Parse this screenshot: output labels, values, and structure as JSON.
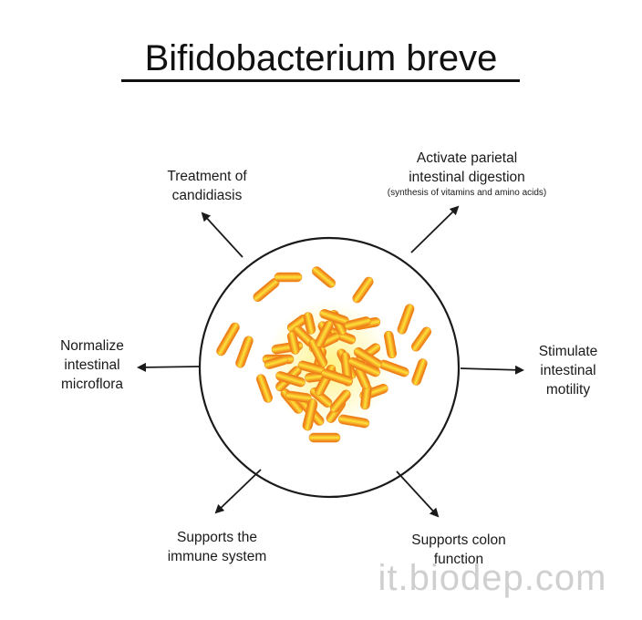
{
  "title": "Bifidobacterium breve",
  "labels": {
    "treatment": [
      "Treatment of",
      "candidiasis"
    ],
    "activate": [
      "Activate parietal",
      "intestinal digestion"
    ],
    "activate_note": "(synthesis of vitamins and amino acids)",
    "normalize": [
      "Normalize",
      "intestinal",
      "microflora"
    ],
    "stimulate": [
      "Stimulate",
      "intestinal",
      "motility"
    ],
    "immune": [
      "Supports the",
      "immune system"
    ],
    "colon": [
      "Supports colon",
      "function"
    ]
  },
  "watermark": "it.biodep.com",
  "colors": {
    "line": "#1a1a1a",
    "bacteria_edge": "#e8650f",
    "bacteria_core": "#f6a81c",
    "bacteria_highlight": "#fde33a"
  }
}
